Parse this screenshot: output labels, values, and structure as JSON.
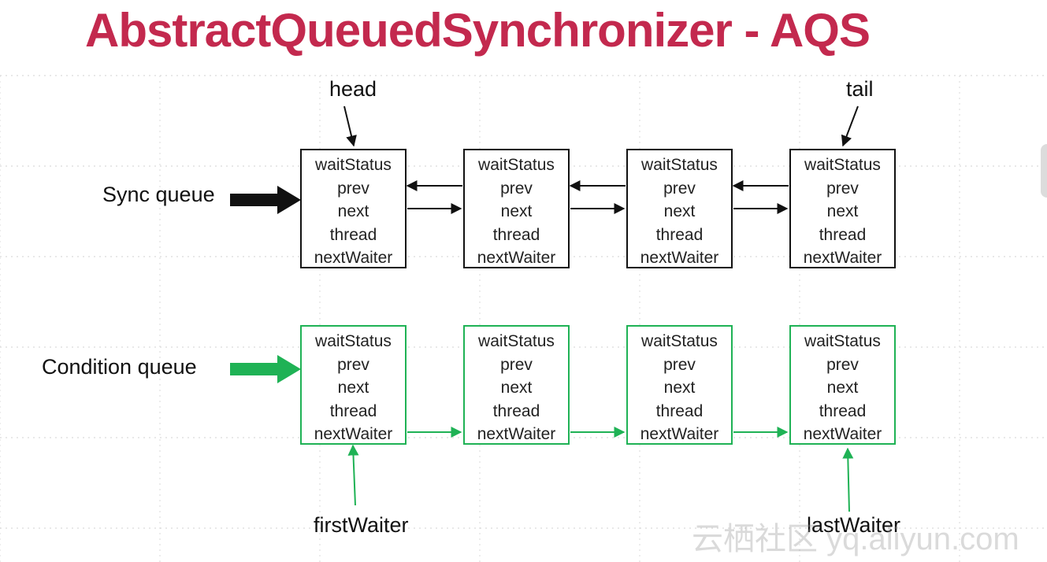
{
  "title": "AbstractQueuedSynchronizer - AQS",
  "labels": {
    "head": "head",
    "tail": "tail",
    "sync_queue": "Sync queue",
    "condition_queue": "Condition queue",
    "first_waiter": "firstWaiter",
    "last_waiter": "lastWaiter"
  },
  "node_fields": [
    "waitStatus",
    "prev",
    "next",
    "thread",
    "nextWaiter"
  ],
  "sync_nodes_count": 4,
  "condition_nodes_count": 4,
  "watermark": "云栖社区 yq.aliyun.com",
  "colors": {
    "title": "#c3294e",
    "sync": "#111111",
    "condition": "#1fb255"
  }
}
